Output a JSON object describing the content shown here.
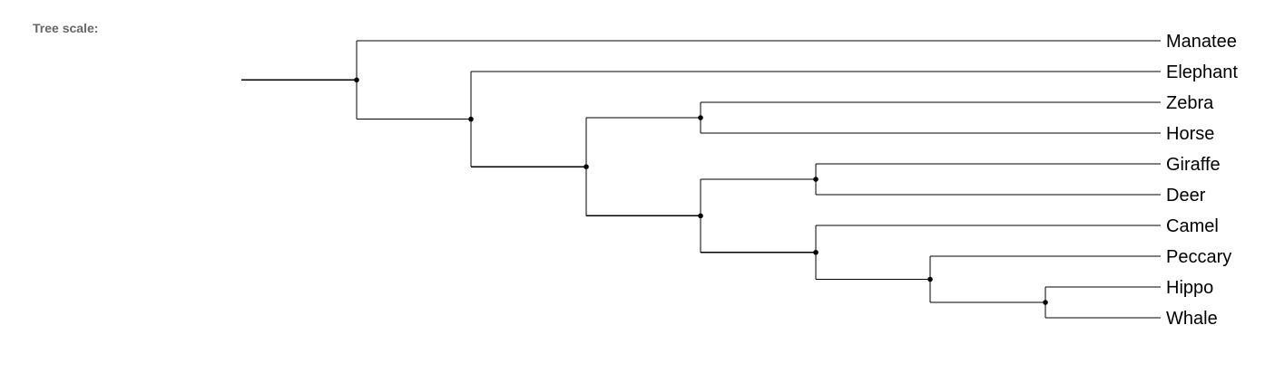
{
  "scale_label": "Tree scale:",
  "tree": {
    "leaves": [
      "Manatee",
      "Elephant",
      "Zebra",
      "Horse",
      "Giraffe",
      "Deer",
      "Camel",
      "Peccary",
      "Hippo",
      "Whale"
    ],
    "newick": "(Manatee,(Elephant,((Zebra,Horse),((Giraffe,Deer),(Camel,(Peccary,(Hippo,Whale)))))));"
  }
}
